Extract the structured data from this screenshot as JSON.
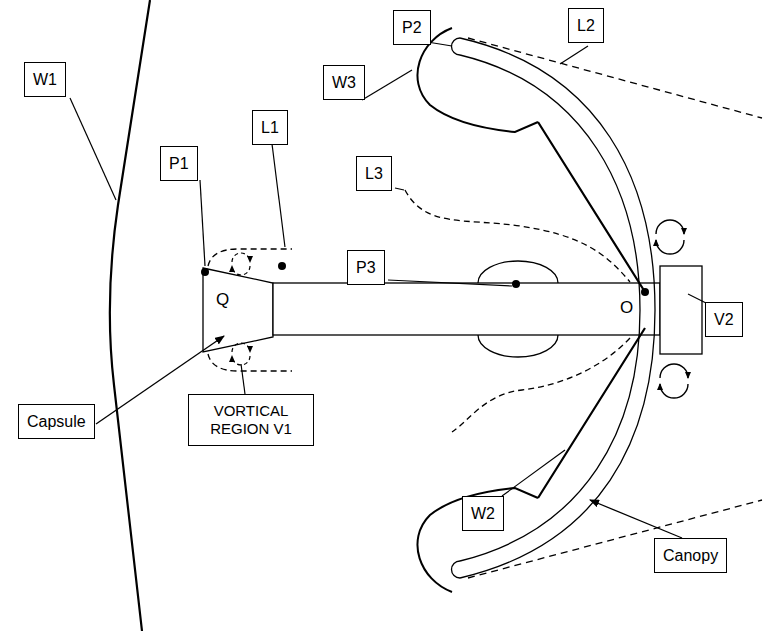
{
  "diagram": {
    "nodes": [
      {
        "text": [
          "P2"
        ]
      },
      {
        "text": [
          "L2"
        ]
      },
      {
        "text": [
          "W3"
        ]
      },
      {
        "text": [
          "W1"
        ]
      },
      {
        "text": [
          "L1"
        ]
      },
      {
        "text": [
          "L3"
        ]
      },
      {
        "text": [
          "P1"
        ]
      },
      {
        "text": [
          "P3"
        ]
      },
      {
        "text": [
          "V2"
        ]
      },
      {
        "text": [
          "VORTICAL REGION V1"
        ]
      },
      {
        "text": [
          "Capsule"
        ]
      },
      {
        "text": [
          "W2"
        ]
      },
      {
        "text": [
          "Canopy"
        ]
      }
    ],
    "labels": [
      "Q",
      "O"
    ]
  }
}
